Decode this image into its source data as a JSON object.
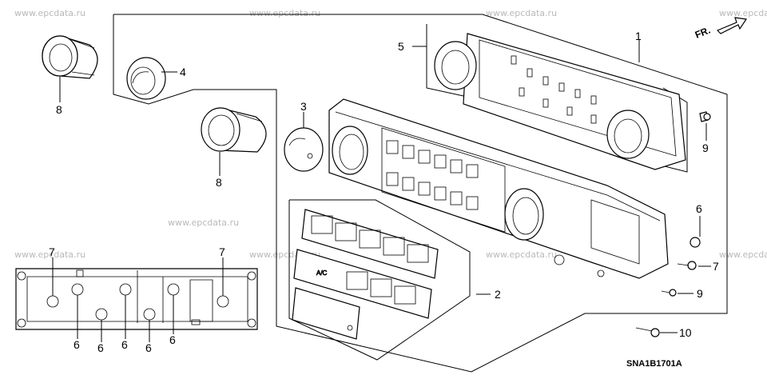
{
  "watermark": "www.epcdata.ru",
  "diagram_code": "SNA1B1701A",
  "direction_label": "FR.",
  "callouts": {
    "c1": "1",
    "c2": "2",
    "c3": "3",
    "c4": "4",
    "c5": "5",
    "c6a": "6",
    "c6b": "6",
    "c6c": "6",
    "c6d": "6",
    "c6e": "6",
    "c6f": "6",
    "c7a": "7",
    "c7b": "7",
    "c7c": "7",
    "c8a": "8",
    "c8b": "8",
    "c9a": "9",
    "c9b": "9",
    "c10": "10"
  },
  "buttons": {
    "ac": "A/C"
  }
}
